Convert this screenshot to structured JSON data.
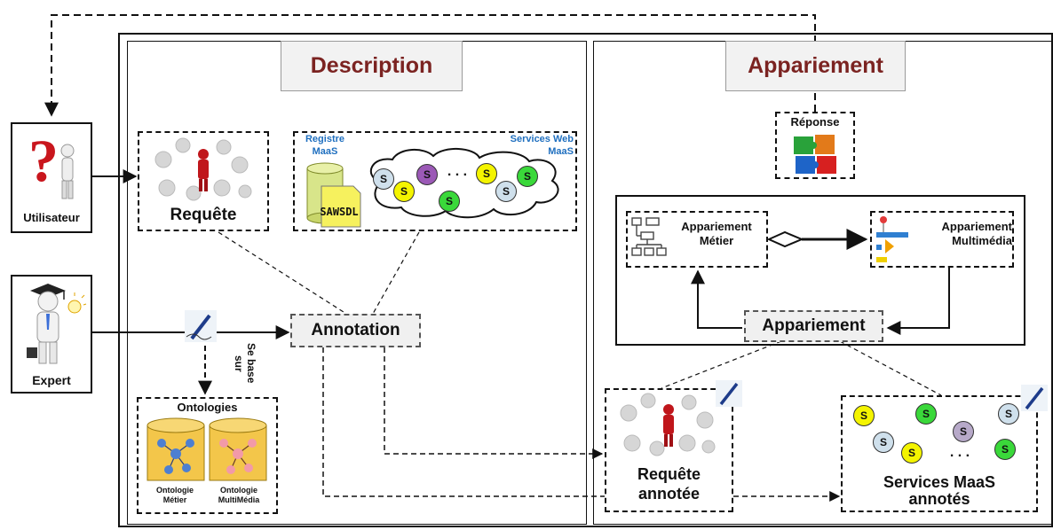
{
  "sections": {
    "description": "Description",
    "appariement": "Appariement"
  },
  "actors": {
    "utilisateur": "Utilisateur",
    "expert": "Expert"
  },
  "description": {
    "requete": "Requête",
    "registre_line1": "Registre",
    "registre_line2": "MaaS",
    "services_web_line1": "Services Web",
    "services_web_line2": "MaaS",
    "sawsdl": "SAWSDL",
    "annotation": "Annotation",
    "se_base_sur": "Se base sur",
    "ontologies": "Ontologies",
    "ontologie_metier_line1": "Ontologie",
    "ontologie_metier_line2": "Métier",
    "ontologie_multimedia_line1": "Ontologie",
    "ontologie_multimedia_line2": "MultiMédia",
    "service_symbol": "S",
    "ellipsis": ". . ."
  },
  "appariement": {
    "reponse": "Réponse",
    "metier_line1": "Appariement",
    "metier_line2": "Métier",
    "multimedia_line1": "Appariement",
    "multimedia_line2": "Multimédia",
    "appariement": "Appariement",
    "requete_annotee_line1": "Requête",
    "requete_annotee_line2": "annotée",
    "services_annotes_line1": "Services MaaS",
    "services_annotes_line2": "annotés",
    "service_symbol": "S",
    "ellipsis": ". . ."
  },
  "colors": {
    "title_red": "#7b2321",
    "label_blue": "#1f6fbf",
    "s_yellow": "#f4f400",
    "s_green": "#3ad83a",
    "s_purple": "#9b59b6",
    "s_lightblue": "#cfe0ec",
    "s_grey": "#b7a9c9"
  },
  "icons": {
    "utilisateur": "question-user-icon",
    "expert": "graduate-expert-icon",
    "requete": "puzzle-person-icon",
    "registre": "database-icon",
    "pen": "pen-writing-icon",
    "ontologies": "network-database-icon",
    "reponse": "puzzle-icon",
    "metier": "flowchart-icon",
    "multimedia": "process-icon"
  }
}
